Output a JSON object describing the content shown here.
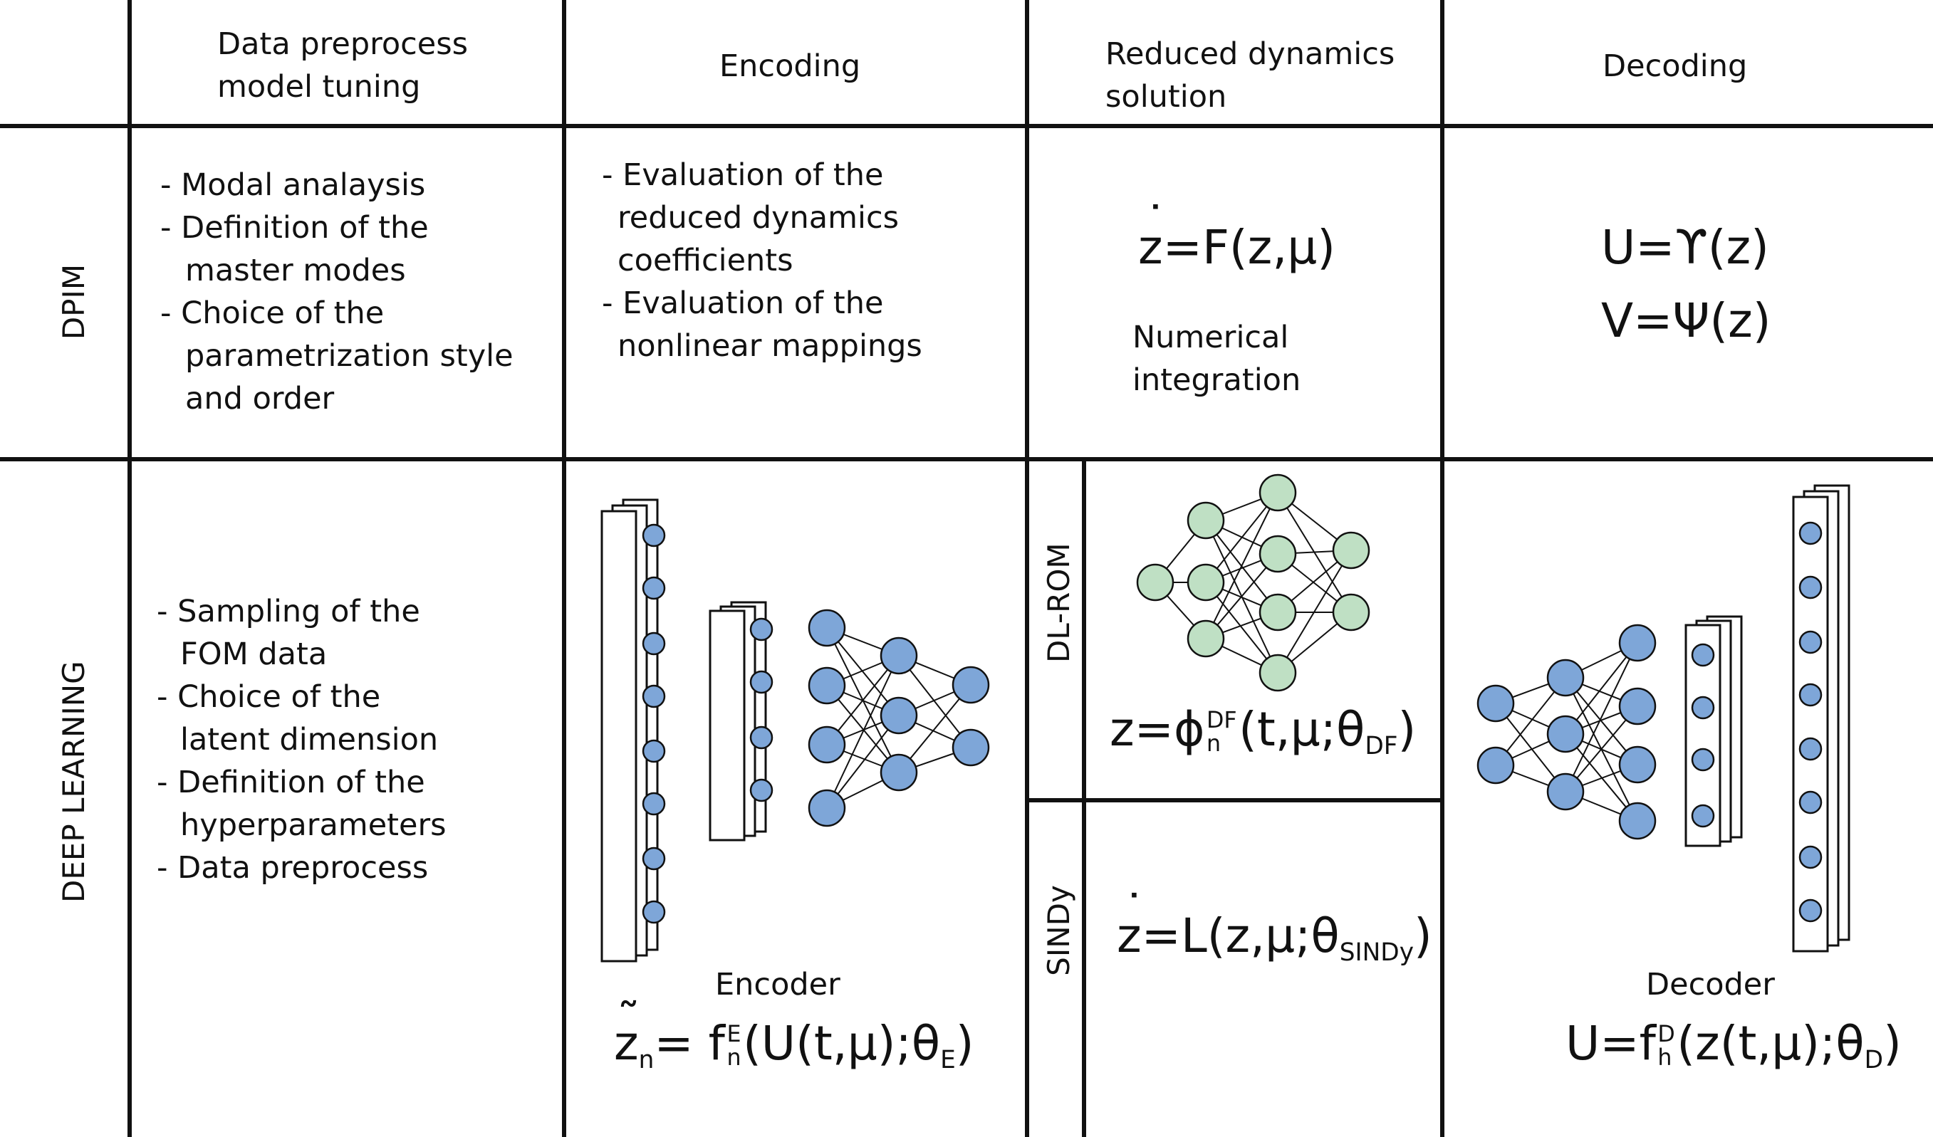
{
  "columns": {
    "preprocess": "Data preprocess\nmodel tuning",
    "encoding": "Encoding",
    "reduced": "Reduced dynamics\nsolution",
    "decoding": "Decoding"
  },
  "rows": {
    "dpim": "DPIM",
    "deep_learning": "DEEP LEARNING",
    "dl_rom": "DL-ROM",
    "sindy": "SINDy"
  },
  "dpim": {
    "preprocess_items": [
      "- Modal analaysis",
      "- Definition of the",
      "   master modes",
      "- Choice of the",
      "   parametrization style",
      "   and order"
    ],
    "encoding_items": [
      "- Evaluation of the",
      "  reduced dynamics",
      "  coefficients",
      "- Evaluation of the",
      "  nonlinear mappings"
    ],
    "reduced_eq": {
      "lhs": "z",
      "rhs": "=F(z,μ)"
    },
    "integration_label": "Numerical\nintegration",
    "decode_eq1": "U=ϒ(z)",
    "decode_eq2": "V=Ψ(z)"
  },
  "dl": {
    "preprocess_items": [
      "- Sampling of the",
      "   FOM data",
      "- Choice of the",
      "   latent dimension",
      "- Definition of the",
      "   hyperparameters",
      "- Data preprocess"
    ],
    "encoder_label": "Encoder",
    "encoder_eq": {
      "lhs": "z",
      "lhs_sub": "n",
      "mid": "= f",
      "f_sup": "E",
      "f_sub": "n",
      "args": "(U(t,μ);θ",
      "theta_sub": "E",
      "close": ")"
    },
    "dlrom_eq": {
      "lhs": "z=ϕ",
      "phi_sup": "DF",
      "phi_sub": "n",
      "args": "(t,μ;θ",
      "theta_sub": "DF",
      "close": ")"
    },
    "sindy_eq": {
      "lhs": "z",
      "args": "=L(z,μ;θ",
      "theta_sub": "SINDy",
      "close": ")"
    },
    "decoder_label": "Decoder",
    "decoder_eq": {
      "lhs": "U=f",
      "f_sup": "D",
      "f_sub": "h",
      "args": "(z(t,μ);θ",
      "theta_sub": "D",
      "close": ")"
    }
  },
  "colors": {
    "blue_node": "#7ea6d8",
    "green_node": "#bfe0c4",
    "line": "#111111"
  }
}
